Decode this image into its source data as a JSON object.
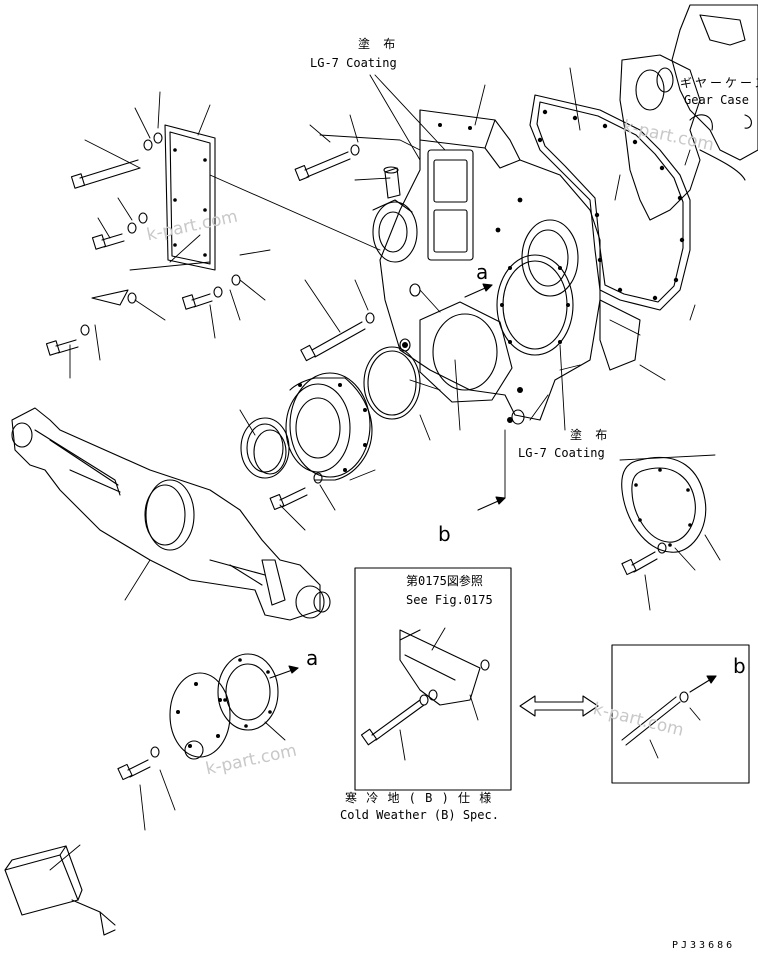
{
  "labels": {
    "coating_top_jp": "塗 布",
    "coating_top_en": "LG-7 Coating",
    "gear_case_jp": "ギヤーケース",
    "gear_case_en": "Gear Case",
    "coating_mid_jp": "塗 布",
    "coating_mid_en": "LG-7 Coating",
    "see_fig_jp": "第0175図参照",
    "see_fig_en": "See Fig.0175",
    "cold_weather_jp": "寒 冷 地 ( B ) 仕 様",
    "cold_weather_en": "Cold Weather (B) Spec."
  },
  "markers": {
    "a_upper": "a",
    "a_lower": "a",
    "b_left": "b",
    "b_right": "b"
  },
  "watermark": "k-part.com",
  "diagram_code": "PJ33686"
}
